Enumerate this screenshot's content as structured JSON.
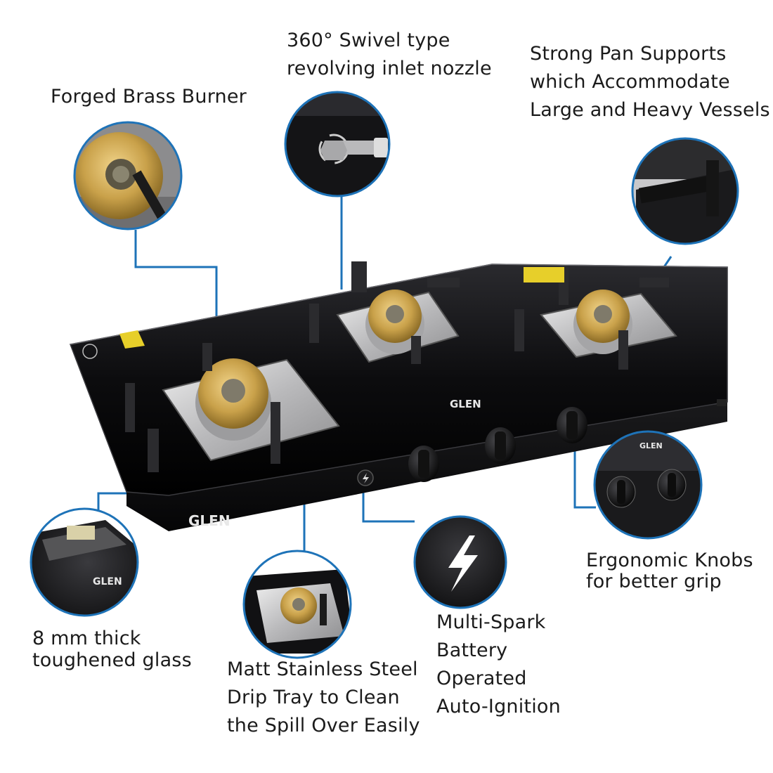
{
  "colors": {
    "callout_line": "#1e73b8",
    "glass_top": "#0b0b0d",
    "stainless": "#c9c9cb",
    "brass": "#c9a14a",
    "background": "#ffffff"
  },
  "product": {
    "brand_front": "GLEN",
    "brand_top": "GLEN",
    "brand_inset_knobs": "GLEN",
    "brand_inset_glass": "GLEN"
  },
  "callouts": {
    "forged_brass_burner": {
      "lines": [
        "Forged Brass Burner"
      ]
    },
    "swivel_nozzle": {
      "lines": [
        "360° Swivel type",
        "revolving inlet nozzle"
      ]
    },
    "pan_supports": {
      "lines": [
        "Strong Pan Supports",
        "which Accommodate",
        "Large and Heavy Vessels"
      ]
    },
    "toughened_glass": {
      "lines": [
        "8 mm thick",
        "toughened glass"
      ]
    },
    "drip_tray": {
      "lines": [
        "Matt Stainless Steel",
        "Drip Tray to Clean",
        "the Spill Over Easily"
      ]
    },
    "auto_ignition": {
      "lines": [
        "Multi-Spark",
        "Battery",
        "Operated",
        "Auto-Ignition"
      ]
    },
    "ergonomic_knobs": {
      "lines": [
        "Ergonomic Knobs",
        "for better grip"
      ]
    }
  }
}
